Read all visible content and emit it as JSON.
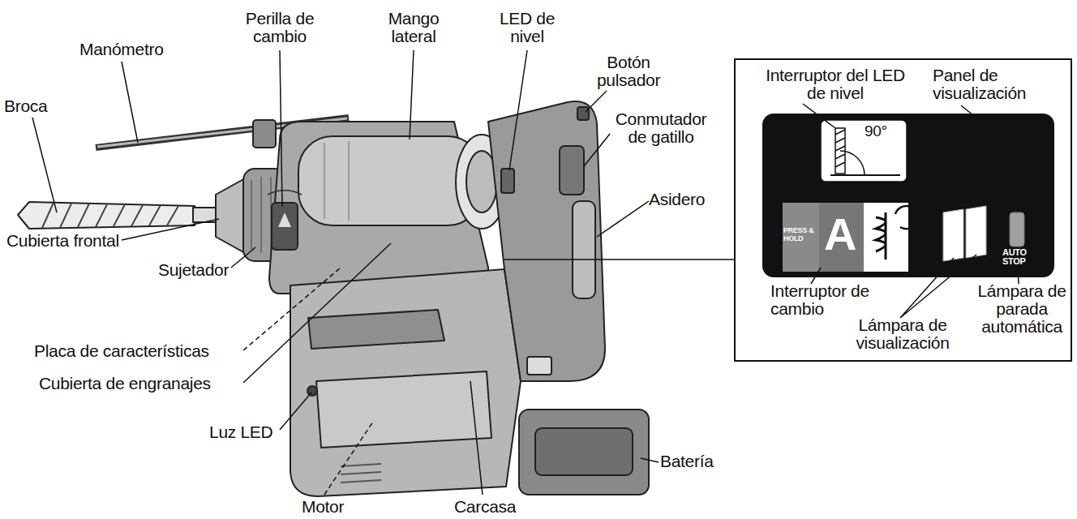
{
  "diagram": {
    "nodes": [
      {
        "text": [
          "Interruptor del LED de nivel",
          "Panel de visualización",
          "Interruptor de cambio",
          "Lámpara de visualización",
          "Lámpara de parada automática"
        ]
      },
      {
        "text": [
          "90°",
          "PRESS & HOLD",
          "A",
          "AUTO STOP"
        ],
        "in": 0
      }
    ],
    "labels": [
      "Manómetro",
      "Broca",
      "Perilla de cambio",
      "Mango lateral",
      "LED de nivel",
      "Botón pulsador",
      "Conmutador de gatillo",
      "Asidero",
      "Cubierta frontal",
      "Sujetador",
      "Placa de características",
      "Cubierta de engranajes",
      "Luz LED",
      "Motor",
      "Carcasa",
      "Batería"
    ]
  }
}
